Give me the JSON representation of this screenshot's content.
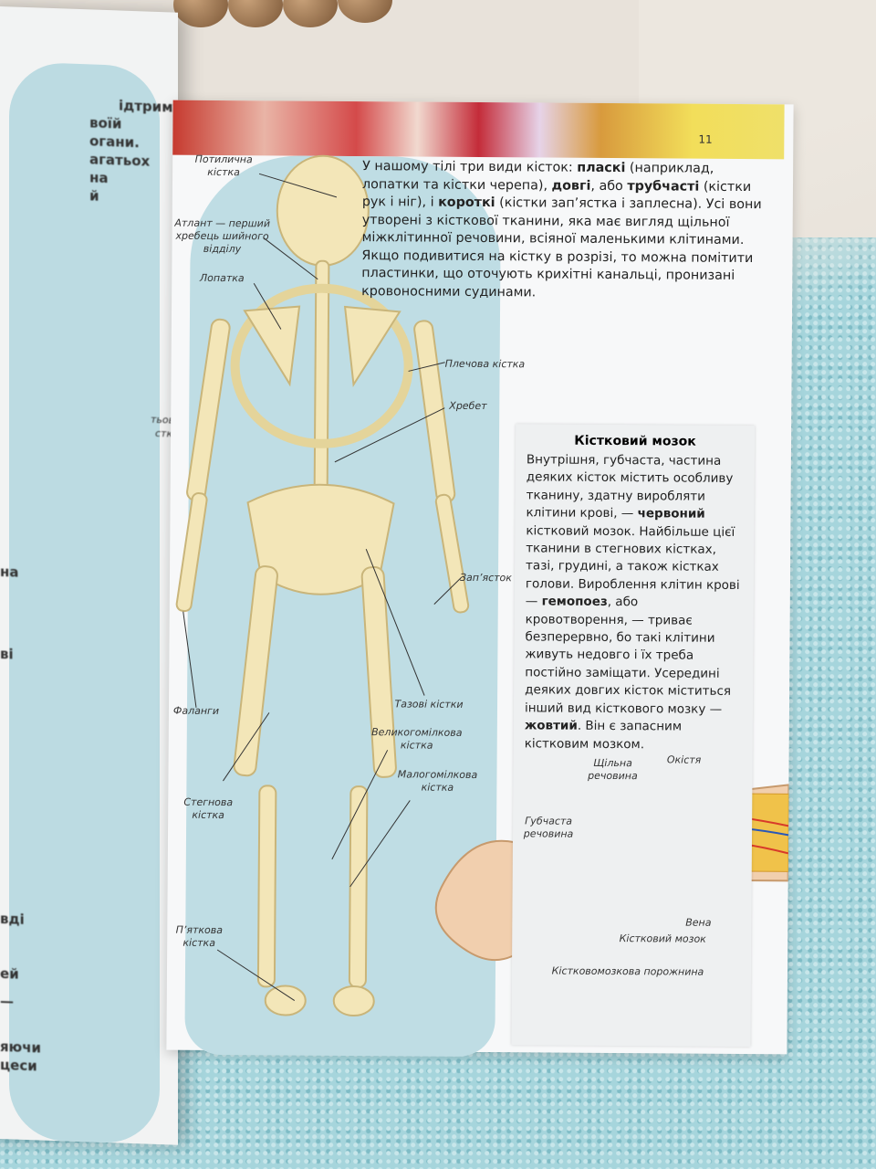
{
  "page_number": "11",
  "left_page_fragments": [
    "ідтримує",
    "воїй",
    "огани.",
    "агатьох",
    "на",
    "й",
    "тьова",
    "стка",
    "на",
    "ві",
    "вді",
    "ей",
    "—",
    "яючи",
    "цеси"
  ],
  "intro": {
    "p1": "У нашому тілі три види кісток: ",
    "b1": "пласкі",
    "p2": " (наприклад, лопатки та кістки черепа), ",
    "b2": "довгі",
    "p3": ", або ",
    "b3": "трубчасті",
    "p4": " (кістки рук і ніг), і ",
    "b4": "короткі",
    "p5": " (кістки зап’ястка і заплесна). Усі вони утворені з кісткової тканини, яка має вигляд щільної міжклітинної речовини, всіяної маленькими клітинами. Якщо подивитися на кістку в розрізі, то можна помітити пластинки, що оточують крихітні канальці, пронизані кровоносними судинами."
  },
  "skeleton_labels": {
    "occipital": "Потилична кістка",
    "atlas": "Атлант — перший хребець шийного відділу",
    "scapula": "Лопатка",
    "humerus": "Плечова кістка",
    "spine": "Хребет",
    "wrist": "Зап’ясток",
    "phalanges": "Фаланги",
    "pelvis": "Тазові кістки",
    "tibia": "Великогомілкова кістка",
    "fibula": "Малогомілкова кістка",
    "femur": "Стегнова кістка",
    "heel": "П’яткова кістка"
  },
  "marrow_box": {
    "title": "Кістковий мозок",
    "t1": "Внутрішня, губчаста, частина деяких кісток містить особливу тканину, здатну виробляти клітини крові, — ",
    "b1": "червоний",
    "t2": " кістковий мозок. Найбільше цієї тканини в стегнових кістках, тазі, грудині, а також кістках голови. Вироблення клітин крові — ",
    "b2": "гемопоез",
    "t3": ", або кровотворення, — триває безперервно, бо такі клітини живуть недовго і їх треба постійно заміщати. Усередині деяких довгих кісток міститься інший вид кісткового мозку — ",
    "b3": "жовтий",
    "t4": ". Він є запасним кістковим мозком."
  },
  "bone_labels": {
    "compact": "Щільна речовина",
    "periosteum": "Окістя",
    "spongy": "Губчаста речовина",
    "vein": "Вена",
    "marrow": "Кістковий мозок",
    "cavity": "Кістковомозкова порожнина"
  }
}
